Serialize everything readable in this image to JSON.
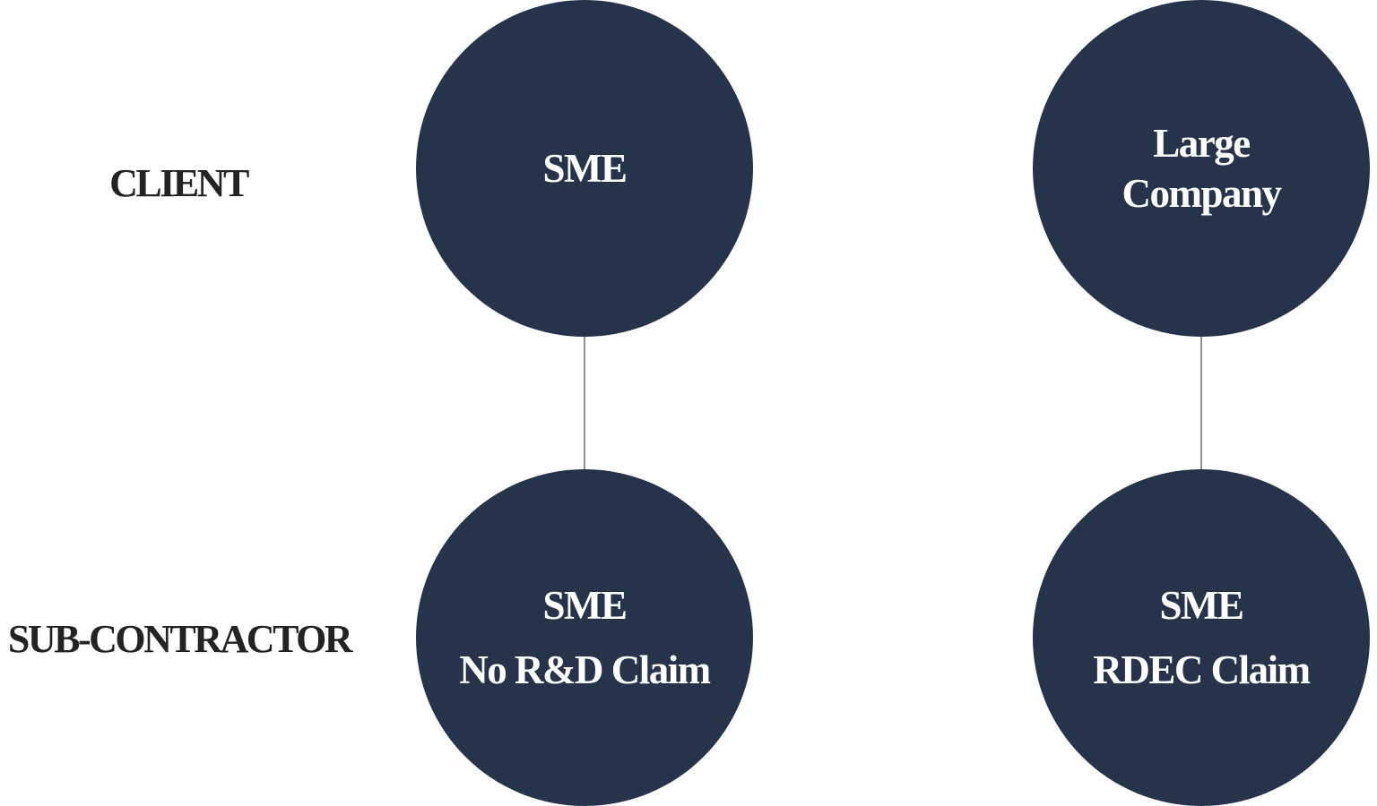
{
  "colors": {
    "node_fill": "#26344b",
    "node_text": "#ffffff",
    "label_text": "#232323",
    "connector": "#8f8f8f",
    "background": "#ffffff"
  },
  "row_labels": {
    "client": "CLIENT",
    "subcontractor": "SUB-CONTRACTOR"
  },
  "scenarios": [
    {
      "client": {
        "lines": [
          "SME"
        ]
      },
      "subcontractor": {
        "lines": [
          "SME",
          "No R&D Claim"
        ]
      }
    },
    {
      "client": {
        "lines": [
          "Large",
          "Company"
        ]
      },
      "subcontractor": {
        "lines": [
          "SME",
          "RDEC Claim"
        ]
      }
    }
  ]
}
